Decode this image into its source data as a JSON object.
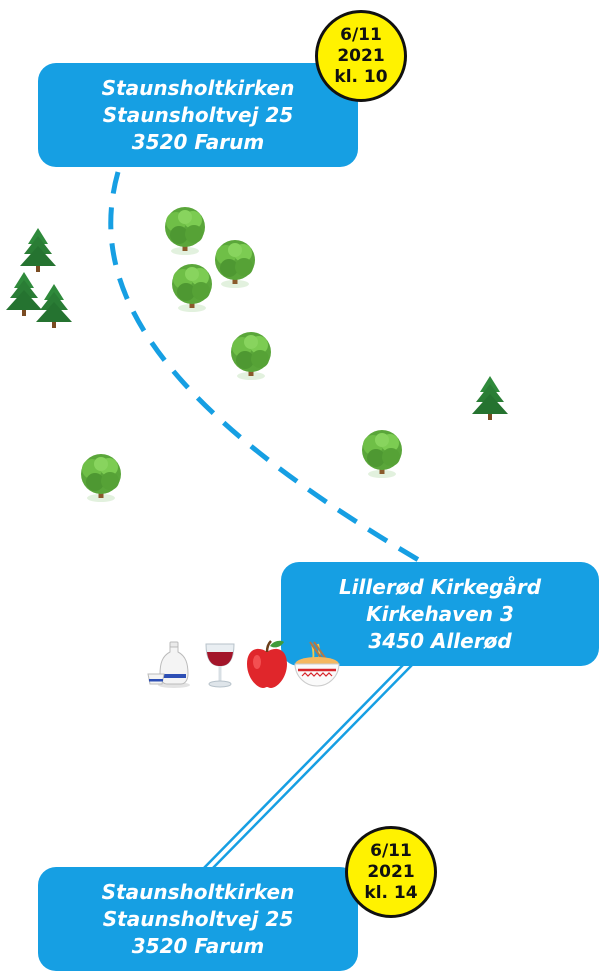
{
  "start": {
    "lines": [
      "Staunsholtkirken",
      "Staunsholtvej 25",
      "3520 Farum"
    ],
    "badge": [
      "6/11",
      "2021",
      "kl. 10"
    ]
  },
  "middle": {
    "lines": [
      "Lillerød Kirkegård",
      "Kirkehaven 3",
      "3450 Allerød"
    ]
  },
  "end": {
    "lines": [
      "Staunsholtkirken",
      "Staunsholtvej 25",
      "3520 Farum"
    ],
    "badge": [
      "6/11",
      "2021",
      "kl. 14"
    ]
  },
  "food_icons": [
    "sake-icon",
    "wine-glass-icon",
    "apple-icon",
    "noodle-bowl-icon"
  ],
  "colors": {
    "box": "#169fe3",
    "route": "#169fe3",
    "badge": "#fff200",
    "text": "#ffffff"
  }
}
